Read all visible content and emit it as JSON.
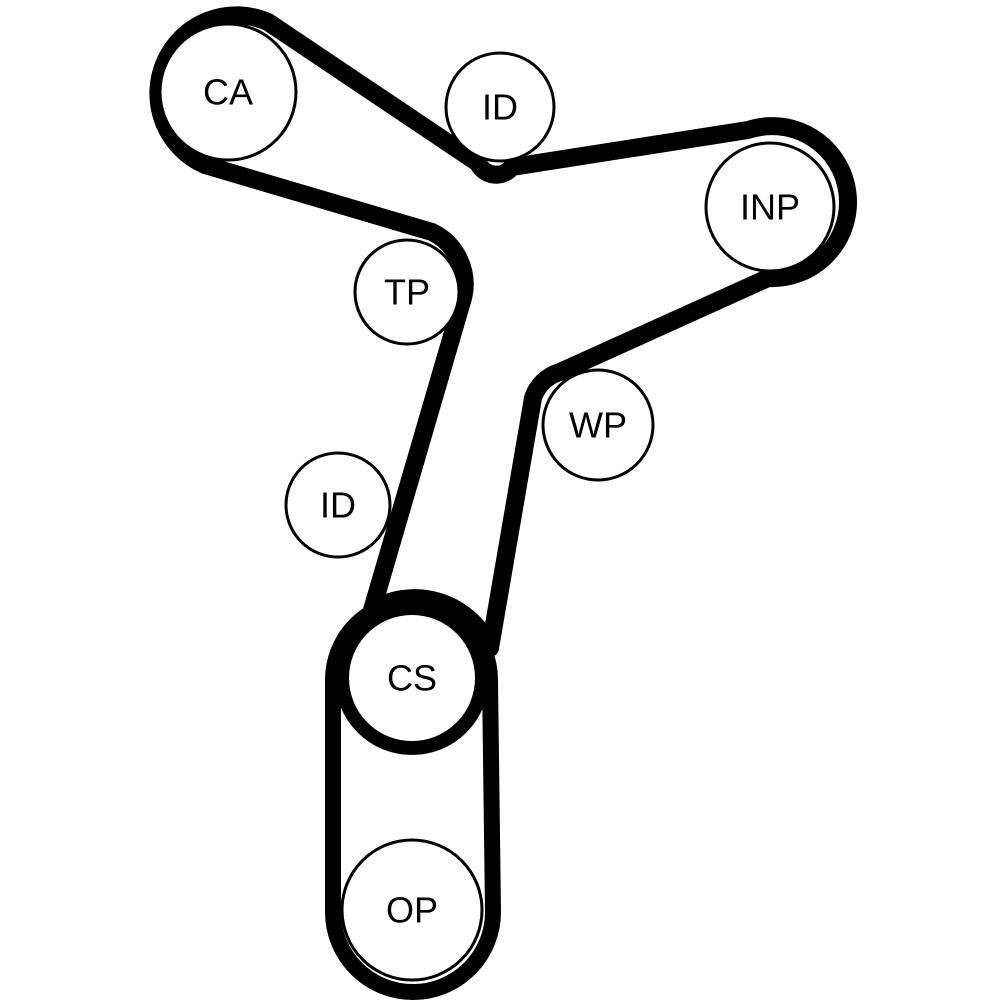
{
  "diagram": {
    "pulleys": [
      {
        "id": "ca",
        "label": "CA"
      },
      {
        "id": "id-top",
        "label": "ID"
      },
      {
        "id": "inp",
        "label": "INP"
      },
      {
        "id": "tp",
        "label": "TP"
      },
      {
        "id": "wp",
        "label": "WP"
      },
      {
        "id": "id-lower",
        "label": "ID"
      },
      {
        "id": "cs",
        "label": "CS"
      },
      {
        "id": "op",
        "label": "OP"
      }
    ],
    "colors": {
      "belt": "#000000",
      "pulley_fill": "#ffffff",
      "stroke": "#000000"
    }
  }
}
